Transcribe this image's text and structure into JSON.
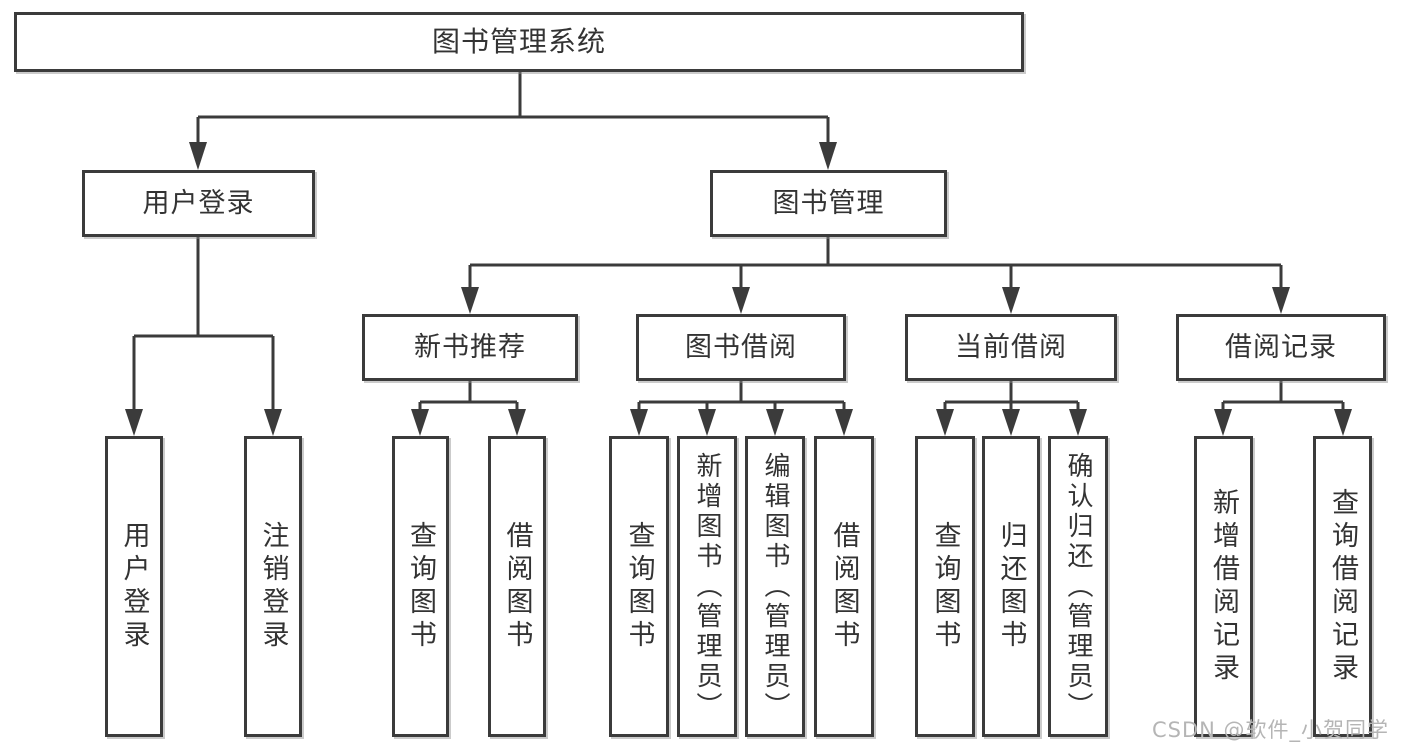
{
  "diagram_title": "图书管理系统",
  "tree": {
    "root": "图书管理系统",
    "branches": [
      {
        "label": "用户登录",
        "leaves": [
          "用户登录",
          "注销登录"
        ]
      },
      {
        "label": "图书管理",
        "groups": [
          {
            "label": "新书推荐",
            "leaves": [
              "查询图书",
              "借阅图书"
            ]
          },
          {
            "label": "图书借阅",
            "leaves": [
              "查询图书",
              "新增图书（管理员）",
              "编辑图书（管理员）",
              "借阅图书"
            ]
          },
          {
            "label": "当前借阅",
            "leaves": [
              "查询图书",
              "归还图书",
              "确认归还（管理员）"
            ]
          },
          {
            "label": "借阅记录",
            "leaves": [
              "新增借阅记录",
              "查询借阅记录"
            ]
          }
        ]
      }
    ]
  },
  "watermark": "CSDN @软件_小贺同学",
  "colors": {
    "background": "#ffffff",
    "box_fill": "#ffffff",
    "box_border": "#3b3b3b",
    "connector": "#3b3b3b",
    "text": "#333333",
    "watermark": "#b5b5b5"
  }
}
